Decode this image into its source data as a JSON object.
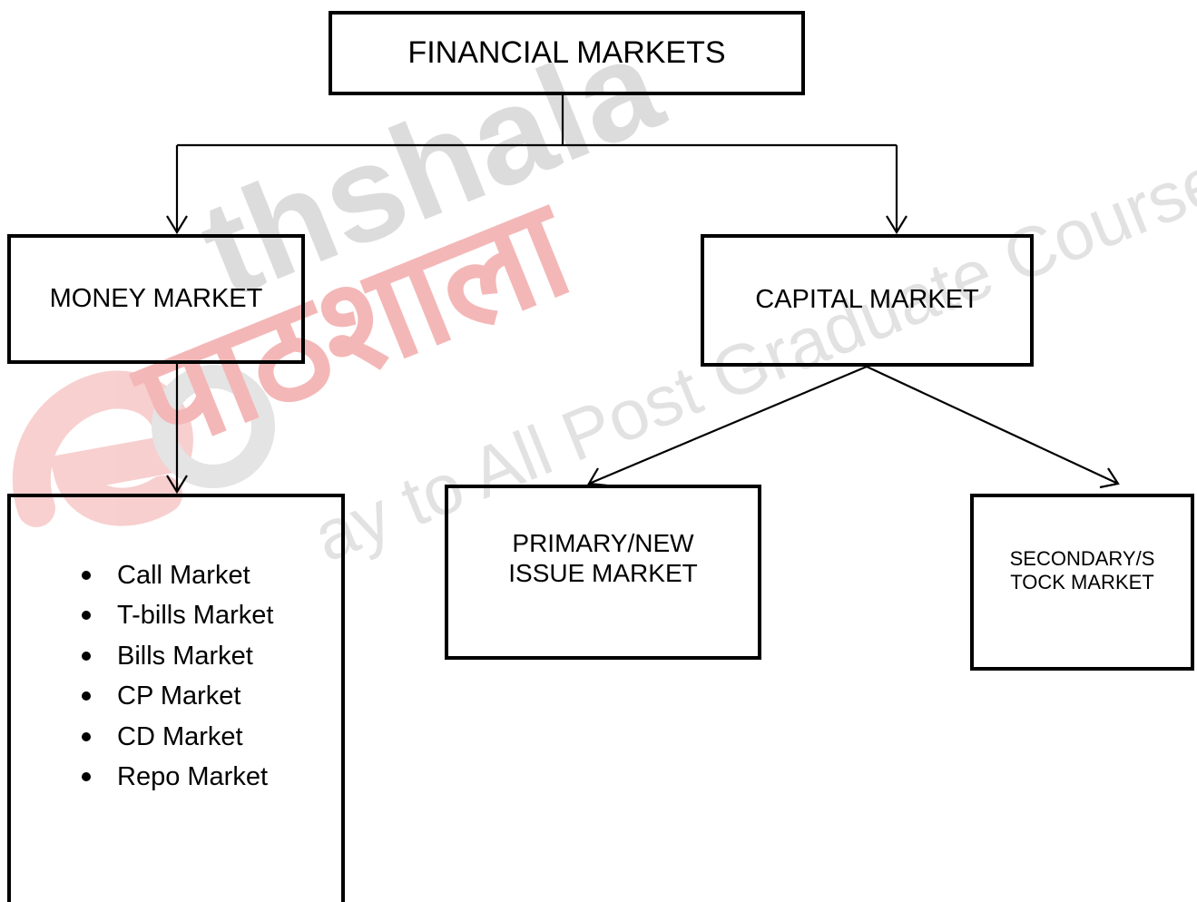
{
  "diagram": {
    "root": {
      "label": "FINANCIAL MARKETS"
    },
    "money_market": {
      "label": "MONEY MARKET",
      "items": [
        "Call Market",
        "T-bills Market",
        "Bills Market",
        "CP Market",
        "CD Market",
        "Repo Market"
      ]
    },
    "capital_market": {
      "label": "CAPITAL MARKET",
      "primary": {
        "line1": "PRIMARY/NEW",
        "line2": "ISSUE MARKET"
      },
      "secondary": {
        "line1": "SECONDARY/S",
        "line2": "TOCK MARKET"
      }
    },
    "edges": [
      {
        "from": "FINANCIAL MARKETS",
        "to": "MONEY MARKET"
      },
      {
        "from": "FINANCIAL MARKETS",
        "to": "CAPITAL MARKET"
      },
      {
        "from": "MONEY MARKET",
        "to": "money-market-list"
      },
      {
        "from": "CAPITAL MARKET",
        "to": "PRIMARY/NEW ISSUE MARKET"
      },
      {
        "from": "CAPITAL MARKET",
        "to": "SECONDARY/STOCK MARKET"
      }
    ]
  },
  "watermark": {
    "logo_text": "thshala",
    "hindi_text": "पाठशाला",
    "tagline": "ay to All Post Graduate Courses",
    "colors": {
      "red": "#f4b7b7",
      "gray": "#d0d0d0"
    }
  }
}
